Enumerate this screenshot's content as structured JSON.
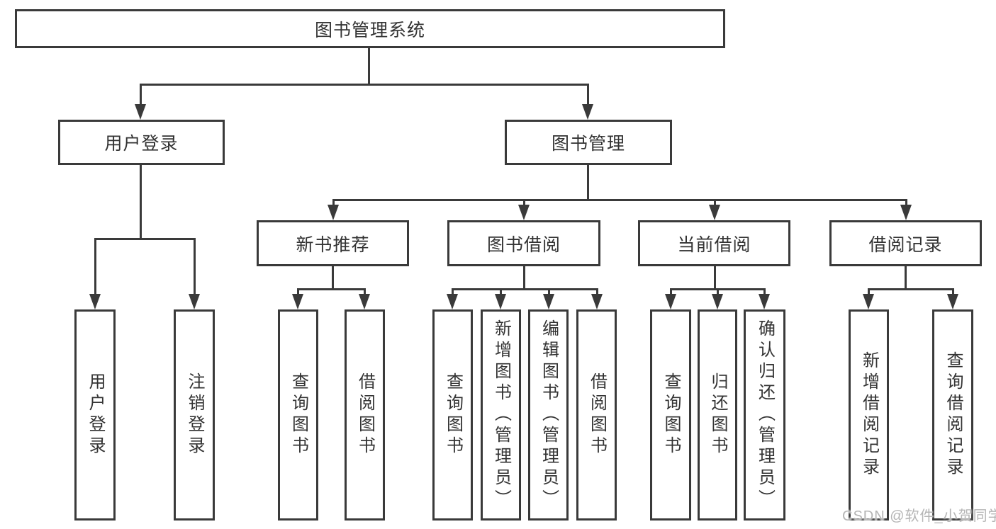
{
  "tree": {
    "root": {
      "label": "图书管理系统"
    },
    "user_login": {
      "label": "用户登录",
      "children": {
        "login": {
          "label": "用户登录"
        },
        "logout": {
          "label": "注销登录"
        }
      }
    },
    "book_management": {
      "label": "图书管理",
      "children": {
        "new_book_recommend": {
          "label": "新书推荐",
          "children": {
            "query_books": {
              "label": "查询图书"
            },
            "borrow_books": {
              "label": "借阅图书"
            }
          }
        },
        "book_borrow": {
          "label": "图书借阅",
          "children": {
            "query_books": {
              "label": "查询图书"
            },
            "add_books_admin": {
              "label": "新增图书（管理员）"
            },
            "edit_books_admin": {
              "label": "编辑图书（管理员）"
            },
            "borrow_books": {
              "label": "借阅图书"
            }
          }
        },
        "current_borrow": {
          "label": "当前借阅",
          "children": {
            "query_books": {
              "label": "查询图书"
            },
            "return_books": {
              "label": "归还图书"
            },
            "confirm_return_admin": {
              "label": "确认归还（管理员）"
            }
          }
        },
        "borrow_records": {
          "label": "借阅记录",
          "children": {
            "add_borrow_record": {
              "label": "新增借阅记录"
            },
            "query_borrow_record": {
              "label": "查询借阅记录"
            }
          }
        }
      }
    }
  },
  "watermark": "CSDN @软件_小贺同学",
  "colors": {
    "line": "#3a3a3a",
    "text": "#333333",
    "watermark": "#b5b5b5",
    "background": "#ffffff"
  }
}
